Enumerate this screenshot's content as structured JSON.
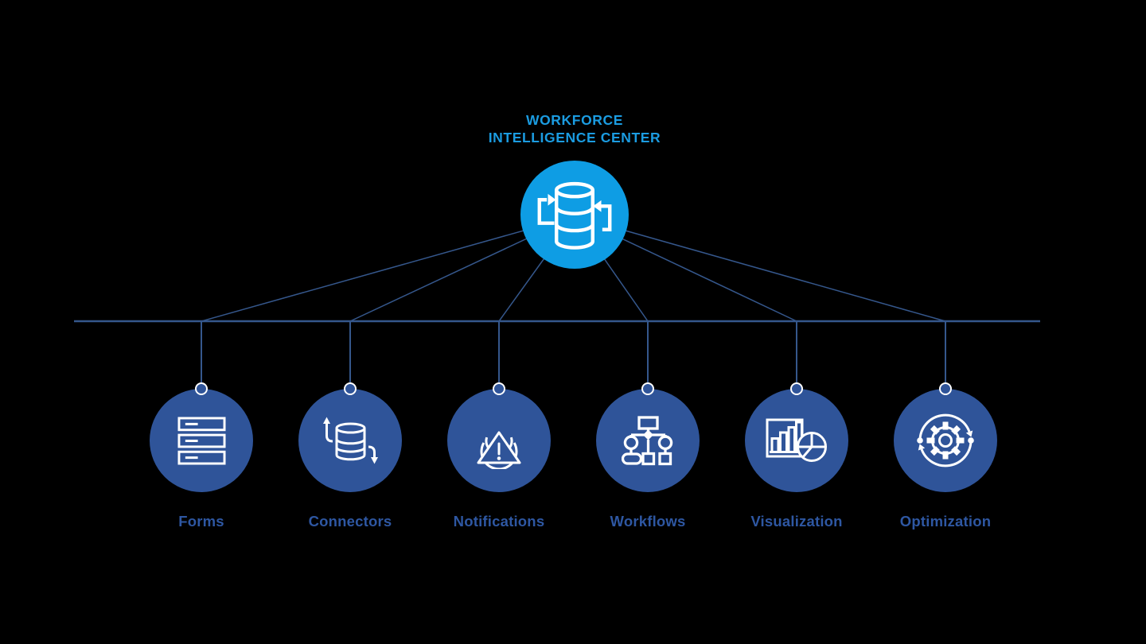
{
  "title": {
    "line1": "WORKFORCE",
    "line2": "INTELLIGENCE CENTER"
  },
  "hub": {
    "icon": "database-sync-icon"
  },
  "nodes": [
    {
      "label": "Forms",
      "icon": "forms-icon"
    },
    {
      "label": "Connectors",
      "icon": "connectors-icon"
    },
    {
      "label": "Notifications",
      "icon": "notifications-icon"
    },
    {
      "label": "Workflows",
      "icon": "workflows-icon"
    },
    {
      "label": "Visualization",
      "icon": "visualization-icon"
    },
    {
      "label": "Optimization",
      "icon": "optimization-icon"
    }
  ],
  "colors": {
    "background": "#000000",
    "hub_circle": "#0E9DE4",
    "title_text": "#1B9CE1",
    "node_circle": "#2F5499",
    "label_text": "#2E57A2",
    "connector_line": "#35578C",
    "icon_stroke": "#FFFFFF"
  }
}
